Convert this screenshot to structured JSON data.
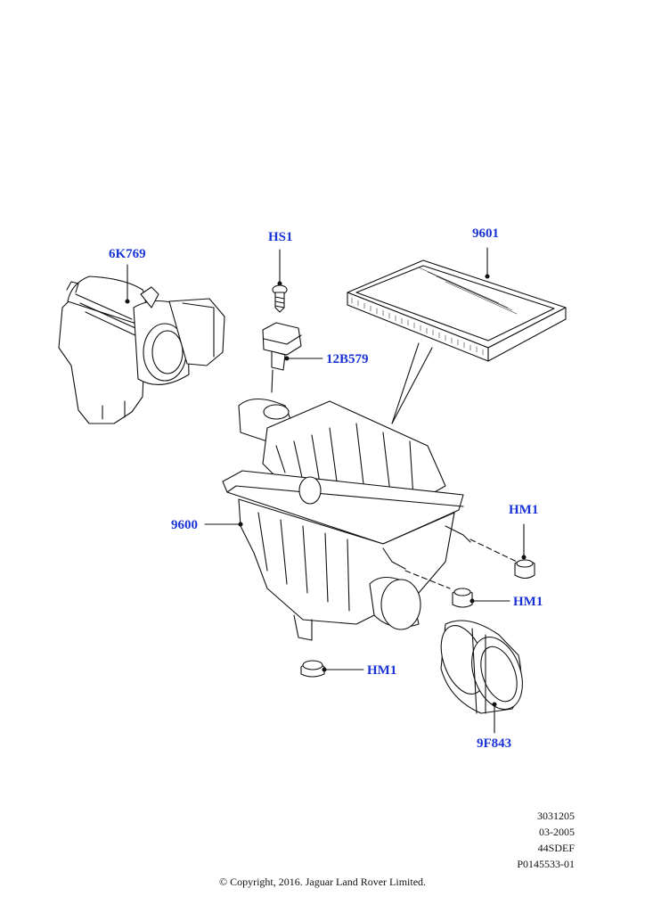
{
  "callouts": {
    "hs1": "HS1",
    "part_6k769": "6K769",
    "part_9601": "9601",
    "part_12b579": "12B579",
    "part_9600": "9600",
    "hm1_right": "HM1",
    "hm1_middle": "HM1",
    "hm1_bottom": "HM1",
    "part_9f843": "9F843"
  },
  "footer": {
    "code1": "3031205",
    "code2": "03-2005",
    "code3": "44SDEF",
    "code4": "P0145533-01",
    "copyright": "© Copyright, 2016. Jaguar Land Rover Limited."
  },
  "colors": {
    "callout": "#1a33d6",
    "line": "#111111"
  }
}
